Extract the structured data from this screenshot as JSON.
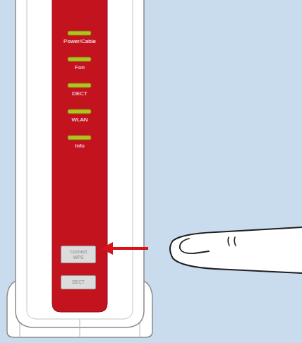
{
  "diagram": {
    "nodes": [
      {
        "text": [
          "Connect WPS"
        ]
      },
      {
        "text": [
          "DECT"
        ]
      }
    ],
    "labels": [
      "Power/Cable",
      "Fon",
      "DECT",
      "WLAN",
      "Info"
    ]
  }
}
